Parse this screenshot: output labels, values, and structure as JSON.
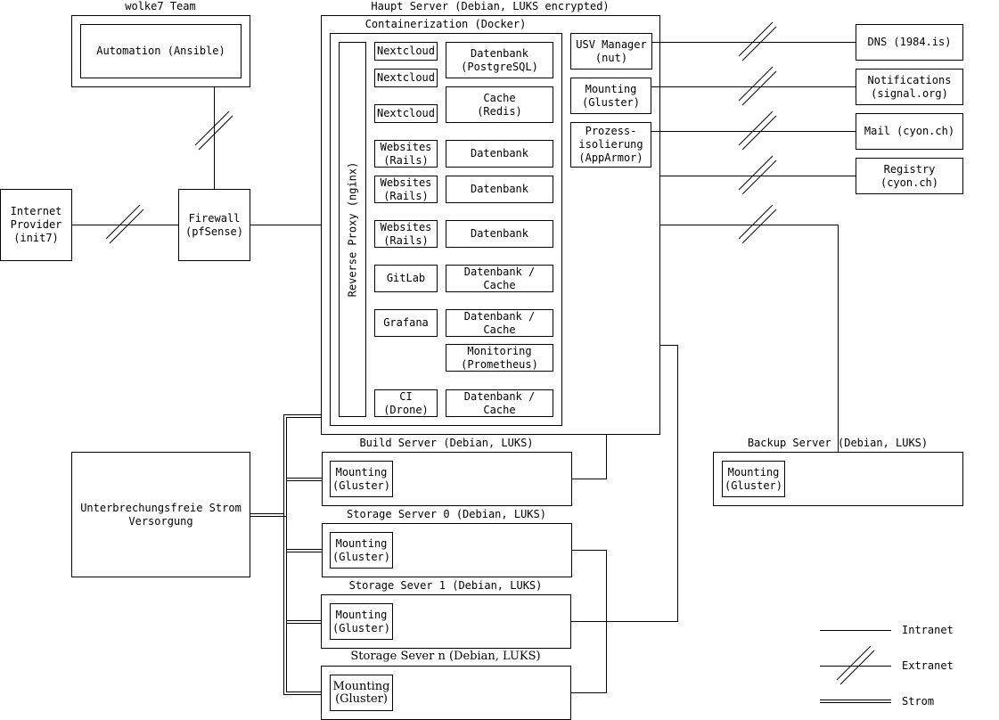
{
  "team": {
    "title": "wolke7 Team",
    "automation": "Automation (Ansible)"
  },
  "internet_provider": "Internet\nProvider\n(init7)",
  "firewall": "Firewall\n(pfSense)",
  "ups": "Unterbrechungsfreie Strom\nVersorgung",
  "haupt_server": {
    "title": "Haupt Server (Debian, LUKS encrypted)",
    "containerization": "Containerization (Docker)",
    "reverse_proxy": "Reverse Proxy (nginx)",
    "apps": [
      "Nextcloud",
      "Nextcloud",
      "Nextcloud",
      "Websites\n(Rails)",
      "Websites\n(Rails)",
      "Websites\n(Rails)",
      "GitLab",
      "Grafana",
      "CI\n(Drone)"
    ],
    "backends": [
      "Datenbank\n(PostgreSQL)",
      "Cache\n(Redis)",
      "Datenbank",
      "Datenbank",
      "Datenbank",
      "Datenbank /\nCache",
      "Datenbank /\nCache",
      "Monitoring\n(Prometheus)",
      "Datenbank /\nCache"
    ],
    "services": [
      "USV Manager\n(nut)",
      "Mounting\n(Gluster)",
      "Prozess-\nisolierung\n(AppArmor)"
    ]
  },
  "external": [
    "DNS (1984.is)",
    "Notifications\n(signal.org)",
    "Mail (cyon.ch)",
    "Registry\n(cyon.ch)"
  ],
  "build_server": {
    "title": "Build Server (Debian, LUKS)",
    "mounting": "Mounting\n(Gluster)"
  },
  "storage_0": {
    "title": "Storage Server 0 (Debian, LUKS)",
    "mounting": "Mounting\n(Gluster)"
  },
  "storage_1": {
    "title": "Storage Sever 1 (Debian, LUKS)",
    "mounting": "Mounting\n(Gluster)"
  },
  "storage_n": {
    "title": "Storage Sever n (Debian, LUKS)",
    "mounting": "Mounting\n(Gluster)"
  },
  "backup_server": {
    "title": "Backup Server (Debian, LUKS)",
    "mounting": "Mounting\n(Gluster)"
  },
  "legend": {
    "intranet": "Intranet",
    "extranet": "Extranet",
    "strom": "Strom"
  }
}
